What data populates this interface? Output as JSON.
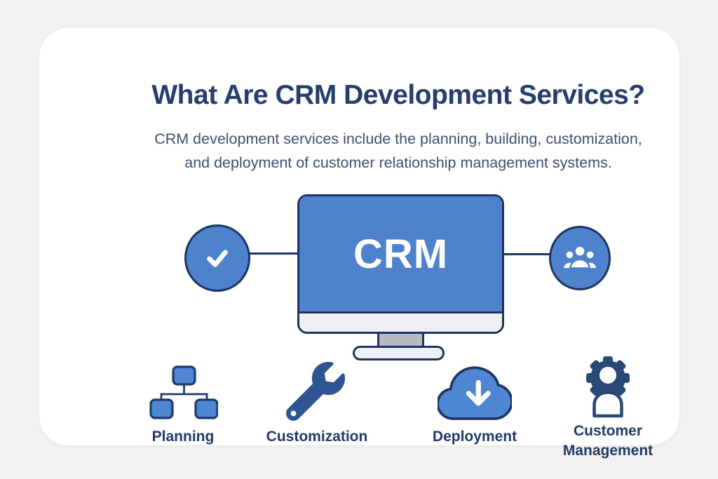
{
  "page": {
    "background": "#f2f1ef",
    "card_background": "#ffffff"
  },
  "header": {
    "title": "What Are CRM Development Services?",
    "subtitle_line1": "CRM development services include the planning, building, customization,",
    "subtitle_line2": "and deployment of customer relationship management systems."
  },
  "diagram": {
    "monitor_label": "CRM",
    "left_badge_icon": "check-icon",
    "right_badge_icon": "users-icon"
  },
  "services": [
    {
      "label": "Planning",
      "icon": "sitemap-icon"
    },
    {
      "label": "Customization",
      "icon": "wrench-icon"
    },
    {
      "label": "Deployment",
      "icon": "cloud-download-icon"
    },
    {
      "label": "Customer Management",
      "icon": "user-gear-icon"
    }
  ],
  "colors": {
    "title_navy": "#263e6d",
    "subtitle_slate": "#3b5170",
    "primary_blue": "#4f82cd",
    "outline_navy": "#1d3460",
    "light_gray": "#eef0f4",
    "stand_gray": "#b5bac3",
    "wrench_navy": "#2e5493",
    "cloud_blue": "#4e86d2",
    "gear_navy": "#274975",
    "label_navy": "#203968"
  }
}
